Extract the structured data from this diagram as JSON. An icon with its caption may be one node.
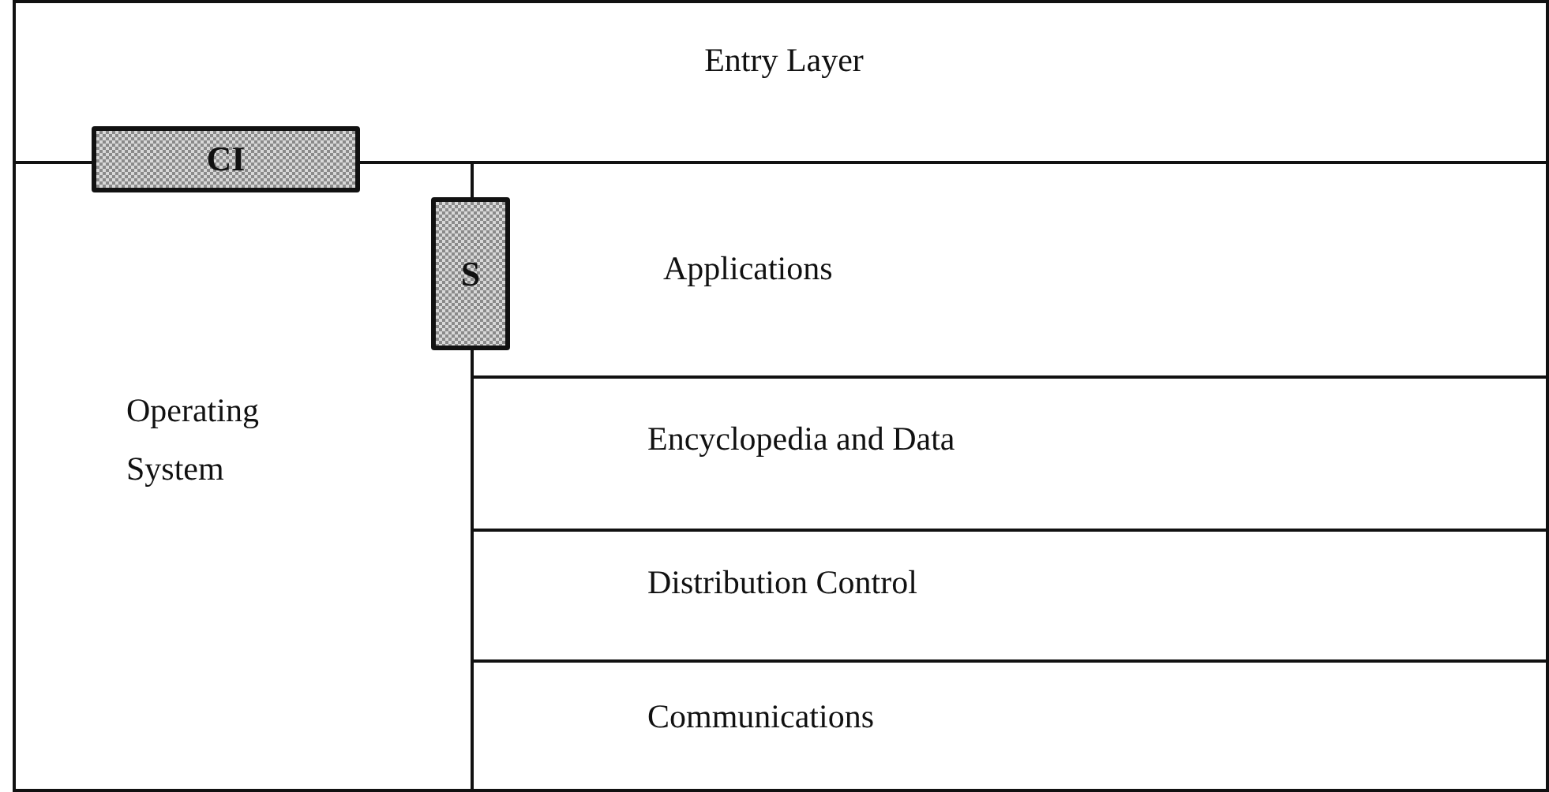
{
  "diagram": {
    "nodes": [
      {
        "text": [
          "Entry Layer"
        ]
      },
      {
        "text": [
          "CI"
        ]
      },
      {
        "text": [
          "Operating System"
        ]
      },
      {
        "text": [
          "S"
        ]
      },
      {
        "text": [
          "Applications"
        ]
      },
      {
        "text": [
          "Encyclopedia and Data"
        ]
      },
      {
        "text": [
          "Distribution Control"
        ]
      },
      {
        "text": [
          "Communications"
        ]
      }
    ]
  }
}
